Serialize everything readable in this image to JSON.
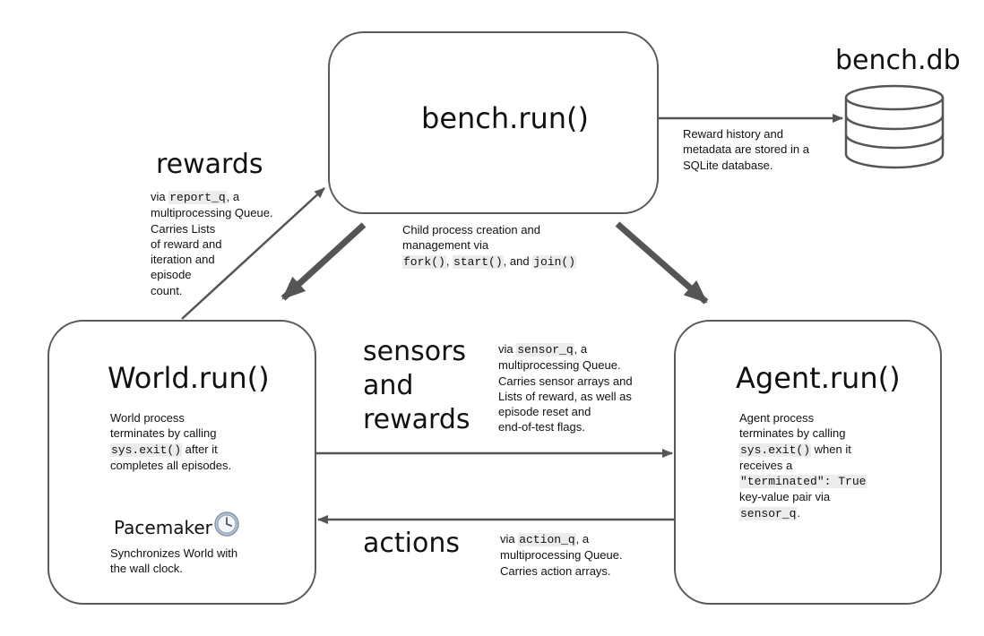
{
  "colors": {
    "stroke": "#595959",
    "arrow": "#555555",
    "code_bg": "#ececec"
  },
  "nodes": {
    "bench": "bench.run()",
    "world": "World.run()",
    "agent": "Agent.run()",
    "db": "bench.db"
  },
  "labels": {
    "rewards": "rewards",
    "sensors": [
      "sensors",
      "and",
      "rewards"
    ],
    "actions": "actions",
    "pacemaker": "Pacemaker"
  },
  "text": {
    "rewards": {
      "l1_pre": "via ",
      "l1_code": "report_q",
      "l1_post": ", a",
      "l2": "multiprocessing Queue.",
      "l3": "Carries Lists",
      "l4": "of reward and",
      "l5": "iteration and",
      "l6": "episode",
      "l7": "count."
    },
    "db_note": [
      "Reward history and",
      "metadata are stored in a",
      "SQLite database."
    ],
    "child": {
      "l1": "Child process creation and",
      "l2": "management via",
      "c1": "fork()",
      "s1": ", ",
      "c2": "start()",
      "s2": ", and ",
      "c3": "join()"
    },
    "sensors": {
      "l1_pre": "via ",
      "l1_code": "sensor_q",
      "l1_post": ", a",
      "l2": "multiprocessing Queue.",
      "l3": "Carries sensor arrays and",
      "l4": "Lists of reward, as well as",
      "l5": "episode reset and",
      "l6": "end-of-test flags."
    },
    "world": {
      "l1": "World process",
      "l2": "terminates by calling",
      "l3_code": "sys.exit()",
      "l3_post": " after it",
      "l4": "completes all episodes."
    },
    "agent": {
      "l1": "Agent process",
      "l2": "terminates by calling",
      "l3_code": "sys.exit()",
      "l3_post": "  when it",
      "l4": "receives a",
      "l5_code": "\"terminated\": True",
      "l6": "key-value pair via",
      "l7_code": "sensor_q",
      "l7_post": "."
    },
    "pacemaker": [
      "Synchronizes World with",
      "the wall clock."
    ],
    "actions": {
      "l1_pre": "via ",
      "l1_code": "action_q",
      "l1_post": ", a",
      "l2": "multiprocessing Queue.",
      "l3": "Carries action arrays."
    }
  }
}
